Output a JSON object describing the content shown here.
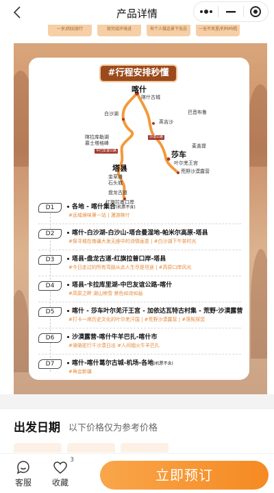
{
  "header": {
    "title": "产品详情"
  },
  "tag_strip": [
    "一岁/回旧旅行",
    "就完成环境进",
    "有个人做这景下无忌",
    "一无不风里/利吗吗唱"
  ],
  "poster": {
    "card_title": "#行程安排秒懂",
    "map": {
      "labels": {
        "kashgar": "喀什",
        "kashgar_old_town": "喀什古城",
        "baisha_lake": "白沙湖",
        "shache": "莎车",
        "yecheng": "叶尔羌王宫",
        "yengisar": "英吉沙",
        "tashkurgan": "塔县",
        "karakul": "喀拉库勒湖",
        "muztagh": "慕士塔格峰",
        "stone_city": "金草滩",
        "stone_city2": "石头城",
        "panlong": "盘龙古道",
        "khunjerab": "红旗拉甫口岸",
        "bayinguoleng": "巴音布鲁",
        "desert": "荒野沙漠露营",
        "maigaiti": "麦盖提"
      },
      "road_tags": {
        "china_pakistan": "中巴友谊公路",
        "desert_road": "沙漠公路"
      }
    },
    "itinerary": [
      {
        "day": "D1",
        "title": "各地 - 喀什集合",
        "title_note": "(机票不含)",
        "sub": "#远域境味第一站 | 漫游喀什"
      },
      {
        "day": "D2",
        "title": "喀什-白沙湖-白沙山-塔合曼湿地-帕米尔高原-塔县",
        "title_note": "",
        "sub": "#探寻城在南疆大发无座中的诗情画意 | #白沙湖下午茶时光"
      },
      {
        "day": "D3",
        "title": "塔县-盘龙古道-红旗拉普口岸-塔县",
        "title_note": "",
        "sub": "#今日走过的所有弯路从此人生尽是坦途 | #高原口岸风光"
      },
      {
        "day": "D4",
        "title": "塔县-卡拉库里湖-中巴友谊公路-喀什",
        "title_note": "",
        "sub": "#高原之畔 湖山映雪 景色如诗如画"
      },
      {
        "day": "D5",
        "title": "喀什 - 莎车叶尔羌汗王宫 - 加依达瓦特古村集 - 荒野·沙漠露营",
        "title_note": "",
        "sub": "#打卡一席历史文化的叶尔羌汗国 | #荒野沙漠露营 | #落髡探您"
      },
      {
        "day": "D6",
        "title": "沙漠露营-喀什牛羊巴扎-喀什市",
        "title_note": "",
        "sub": "#骑骆驼行千沙漠日出 #人间烟火牛羊巴扎"
      },
      {
        "day": "D7",
        "title": "喀什-喀什葛尔古城-机场-各地",
        "title_note": "(机票不含)",
        "sub": "#再会新疆"
      }
    ]
  },
  "departure": {
    "title": "出发日期",
    "subtitle": "以下价格仅为参考价格"
  },
  "bottom_bar": {
    "service_label": "客服",
    "favorite_label": "收藏",
    "favorite_count": "3",
    "book_label": "立即预订"
  },
  "colors": {
    "accent": "#f58a22",
    "route": "#f29a3a",
    "subtitle_orange": "#e2893b"
  }
}
